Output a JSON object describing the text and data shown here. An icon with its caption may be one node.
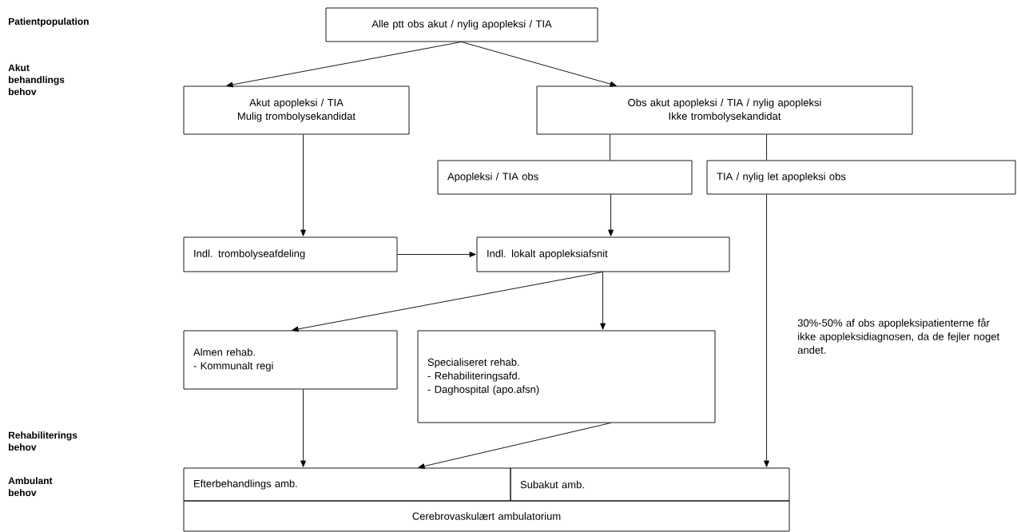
{
  "diagram": {
    "nodes": [
      {
        "text": [
          "Alle ptt obs akut / nylig apopleksi / TIA"
        ]
      },
      {
        "text": [
          "Akut apopleksi / TIA",
          "Mulig trombolysekandidat"
        ]
      },
      {
        "text": [
          "Obs akut apopleksi / TIA / nylig apopleksi",
          "Ikke trombolysekandidat"
        ]
      },
      {
        "text": [
          "Apopleksi / TIA obs"
        ]
      },
      {
        "text": [
          "TIA / nylig let apopleksi obs"
        ]
      },
      {
        "text": [
          "Indl. trombolyseafdeling"
        ]
      },
      {
        "text": [
          "Indl. lokalt apopleksiafsnit"
        ]
      },
      {
        "text": [
          "Almen rehab.",
          "- Kommunalt regi"
        ]
      },
      {
        "text": [
          "Specialiseret rehab.",
          "- Rehabiliteringsafd.",
          "- Daghospital (apo.afsn)"
        ]
      },
      {
        "text": [
          "Efterbehandlings amb."
        ]
      },
      {
        "text": [
          "Subakut amb."
        ]
      },
      {
        "text": [
          "Cerebrovaskulært ambulatorium"
        ]
      }
    ],
    "edges": [
      {
        "from": 0,
        "to": 1,
        "arrow": "to"
      },
      {
        "from": 0,
        "to": 2,
        "arrow": "to"
      },
      {
        "from": 1,
        "to": 5,
        "arrow": "to"
      },
      {
        "from": 2,
        "to": 3,
        "arrow": "none"
      },
      {
        "from": 2,
        "to": 4,
        "arrow": "none"
      },
      {
        "from": 3,
        "to": 6,
        "arrow": "to"
      },
      {
        "from": 5,
        "to": 6,
        "arrow": "to"
      },
      {
        "from": 6,
        "to": 7,
        "arrow": "to"
      },
      {
        "from": 6,
        "to": 8,
        "arrow": "to"
      },
      {
        "from": 7,
        "to": 9,
        "arrow": "to"
      },
      {
        "from": 8,
        "to": 9,
        "arrow": "to"
      },
      {
        "from": 4,
        "to": 10,
        "arrow": "to"
      }
    ],
    "labels": [
      "Patientpopulation",
      "Akut behandlings behov",
      "30%-50% af obs apopleksipatienterne får ikke apopleksidiagnosen, da de fejler noget andet.",
      "Rehabiliterings behov",
      "Ambulant behov"
    ]
  }
}
